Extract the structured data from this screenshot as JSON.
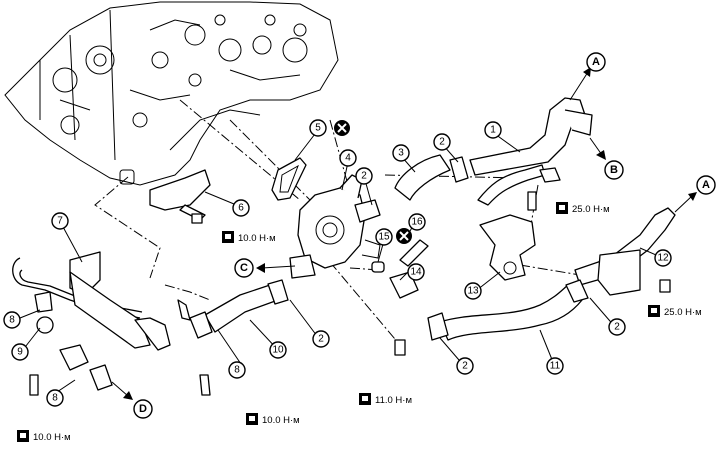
{
  "callouts": [
    "1",
    "2",
    "3",
    "4",
    "5",
    "6",
    "7",
    "8",
    "9",
    "10",
    "11",
    "12",
    "13",
    "14",
    "15",
    "16"
  ],
  "directions": [
    "A",
    "B",
    "C",
    "D"
  ],
  "torques": {
    "t1": "25.0 Н·м",
    "t2": "10.0 Н·м",
    "t3": "25.0 Н·м",
    "t4": "11.0 Н·м",
    "t5": "10.0 Н·м",
    "t6": "10.0 Н·м"
  },
  "icons": {
    "torque": "wrench-box-icon",
    "replace": "x-circle-icon"
  }
}
